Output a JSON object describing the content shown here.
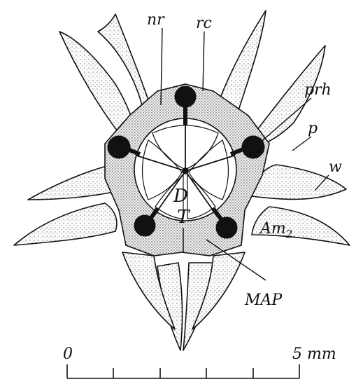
{
  "labels": {
    "nr": "nr",
    "rc": "rc",
    "prh": "prh",
    "p": "p",
    "w": "w",
    "am": "Am",
    "am_sub": "2",
    "map": "MAP",
    "d": "D",
    "t": "T"
  },
  "scale": {
    "start": "0",
    "end": "5 mm"
  },
  "colors": {
    "ink": "#111111",
    "paper": "#ffffff",
    "plate_fill": "#f4f4f4"
  }
}
